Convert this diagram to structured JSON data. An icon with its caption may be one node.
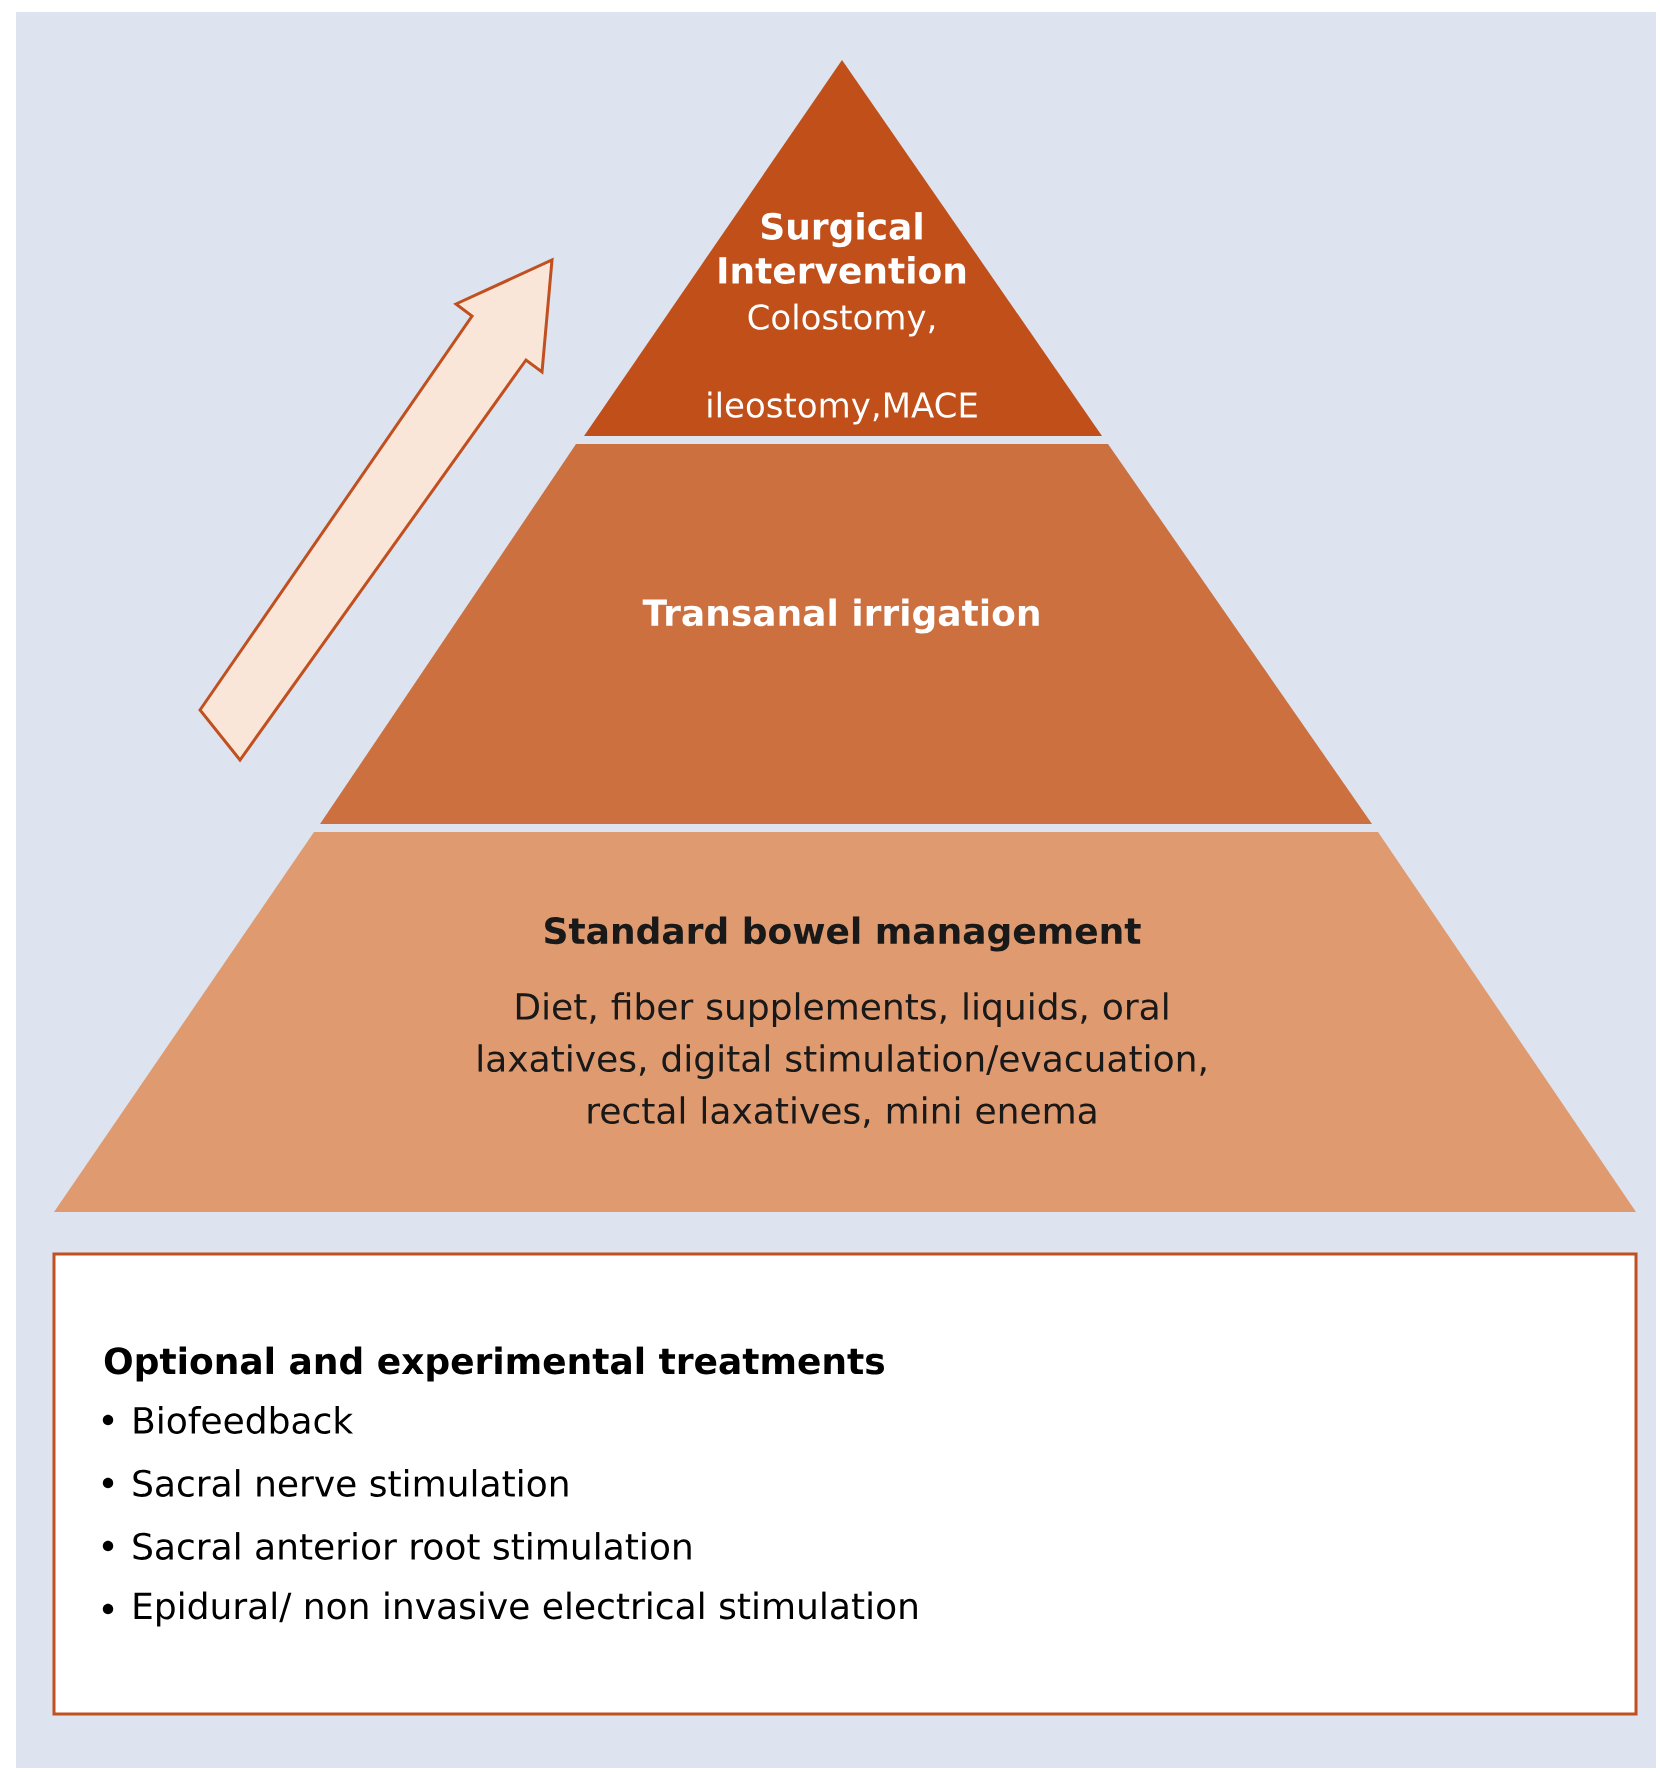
{
  "diagram": {
    "nodes": [
      {
        "text": [
          "Surgical Intervention",
          "Colostomy, ileostomy,MACE"
        ]
      },
      {
        "text": [
          "Transanal irrigation"
        ]
      },
      {
        "text": [
          "Standard bowel management",
          "Diet, fiber supplements, liquids, oral laxatives, digital stimulation/evacuation, rectal laxatives, mini enema"
        ]
      },
      {
        "text": [
          "Optional and experimental treatments",
          "Biofeedback",
          "Sacral nerve stimulation",
          "Sacral anterior root stimulation",
          "Epidural/ non invasive electrical stimulation"
        ]
      }
    ]
  }
}
